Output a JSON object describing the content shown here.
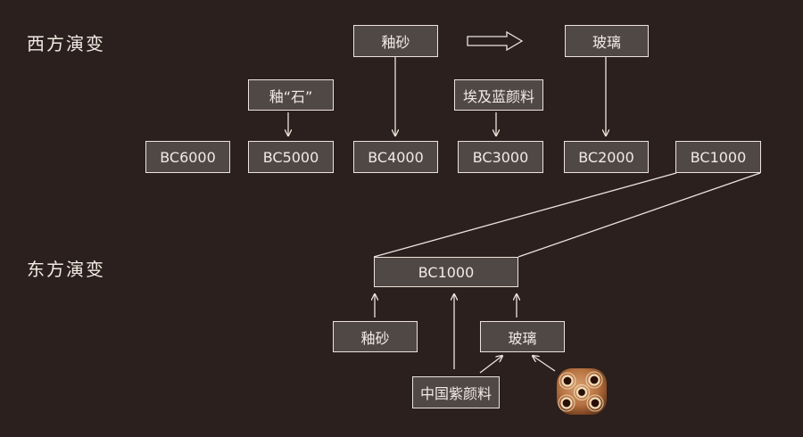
{
  "west": {
    "label": "西方演变",
    "materials": {
      "glaze_sand": "釉砂",
      "glaze_stone": "釉“石”",
      "egyptian_blue": "埃及蓝颜料",
      "glass": "玻璃"
    },
    "timeline": [
      "BC6000",
      "BC5000",
      "BC4000",
      "BC3000",
      "BC2000",
      "BC1000"
    ]
  },
  "east": {
    "label": "东方演变",
    "era": "BC1000",
    "materials": {
      "glaze_sand": "釉砂",
      "glass": "玻璃",
      "china_purple": "中国紫颜料"
    }
  },
  "colors": {
    "background": "#2b201d",
    "box_fill": "#4f4845",
    "box_border": "#ece4dc",
    "text": "#f1ebe4"
  }
}
